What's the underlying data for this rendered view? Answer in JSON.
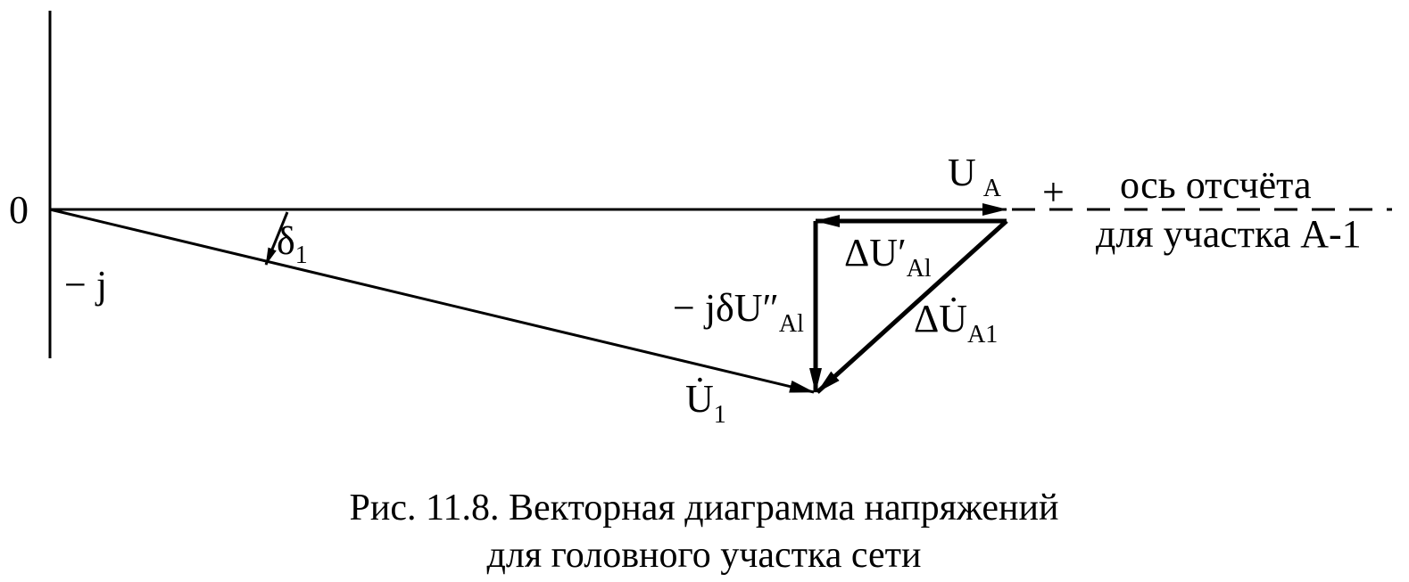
{
  "diagram": {
    "origin_label": "0",
    "neg_j_label": "− j",
    "plus_label": "+",
    "axis_label_line1": "ось отсчёта",
    "axis_label_line2": "для участка А-1",
    "ua_main": "U",
    "ua_sub": "A",
    "delta_main": "δ",
    "delta_sub": "1",
    "du_prime_main": "ΔU′",
    "du_prime_sub": "Al",
    "jdu_main": "− jδU″",
    "jdu_sub": "Al",
    "du_dot_main": "ΔU̇",
    "du_dot_sub": "A1",
    "u1_main": "U̇",
    "u1_sub": "1"
  },
  "caption": {
    "line1": "Рис. 11.8. Векторная диаграмма напряжений",
    "line2": "для головного участка сети"
  }
}
